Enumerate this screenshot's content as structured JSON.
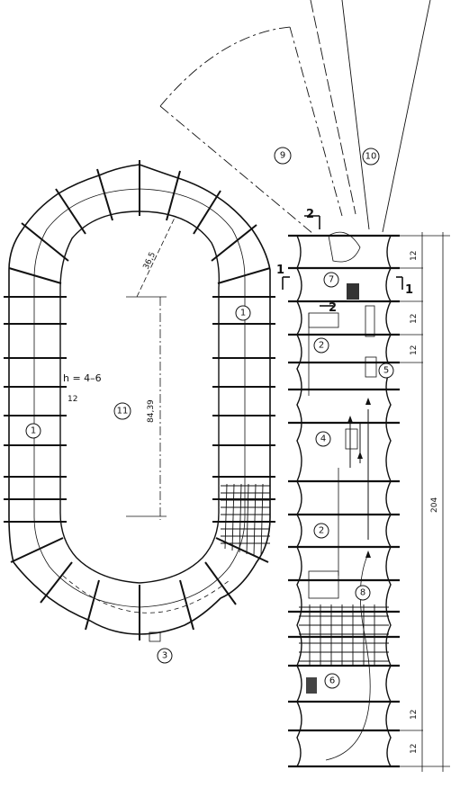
{
  "plan": {
    "labels": {
      "height_range": "h = 4–6",
      "length": "84,39",
      "radius": "36,5",
      "spacing": "12"
    },
    "markers": [
      "1",
      "3",
      "11",
      "1"
    ]
  },
  "fan": {
    "markers": [
      "9",
      "10"
    ]
  },
  "strip": {
    "markers": [
      "2",
      "7",
      "2",
      "5",
      "4",
      "8",
      "6"
    ],
    "section": {
      "name": "1",
      "second": "2"
    },
    "dimensions": {
      "total": "204",
      "segment": "12"
    }
  }
}
